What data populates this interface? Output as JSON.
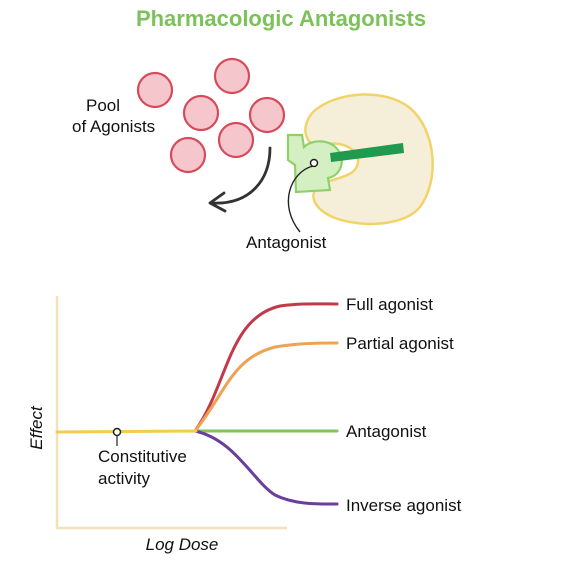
{
  "title": "Pharmacologic Antagonists",
  "top_panel": {
    "pool_label_line1": "Pool",
    "pool_label_line2": "of Agonists",
    "antagonist_label": "Antagonist"
  },
  "colors": {
    "title": "#7dc15a",
    "agonist_fill": "#f6c6cd",
    "agonist_stroke": "#d64a5c",
    "receptor_fill": "#f5eed8",
    "receptor_stroke": "#f1d36a",
    "antagonist_fill": "#d4f0c2",
    "antagonist_stroke": "#8fd06a",
    "drug_bar": "#1f9a4f",
    "axis": "#f3e2b8",
    "full_agonist": "#c23a4a",
    "partial_agonist": "#eda255",
    "antagonist_line": "#7fc55a",
    "inverse_agonist": "#6a3f9a",
    "baseline": "#f2cc4a"
  },
  "graph": {
    "ylabel": "Effect",
    "xlabel": "Log Dose",
    "annotation_line1": "Constitutive",
    "annotation_line2": "activity",
    "curves": [
      {
        "key": "full",
        "label": "Full agonist"
      },
      {
        "key": "partial",
        "label": "Partial agonist"
      },
      {
        "key": "antagonist",
        "label": "Antagonist"
      },
      {
        "key": "inverse",
        "label": "Inverse agonist"
      }
    ]
  }
}
